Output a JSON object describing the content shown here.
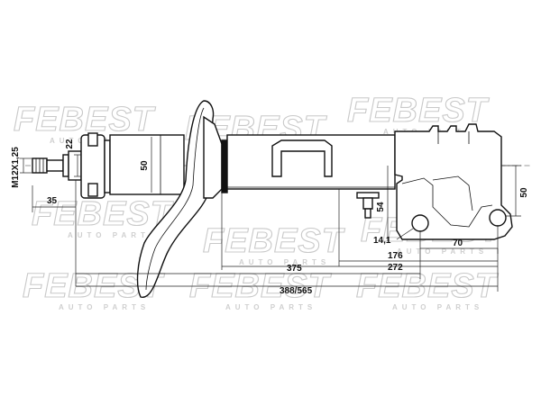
{
  "watermark": {
    "brand": "FEBEST",
    "sub": "AUTO PARTS"
  },
  "thread_label": "M12X1,25",
  "dimensions": {
    "d22": "22",
    "d50_left": "50",
    "d35": "35",
    "d54": "54",
    "d50_right": "50",
    "d14_1": "14,1",
    "d70": "70",
    "d176": "176",
    "d375": "375",
    "d272": "272",
    "d388_565": "388/565"
  },
  "colors": {
    "line": "#111111",
    "watermark": "#c9c9c9"
  }
}
